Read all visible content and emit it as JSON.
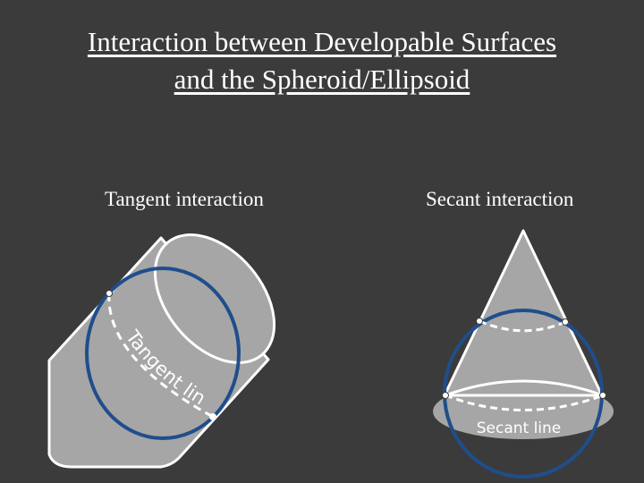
{
  "slide": {
    "title_line1": "Interaction between Developable Surfaces",
    "title_line2": "and the Spheroid/Ellipsoid"
  },
  "panels": {
    "tangent": {
      "heading": "Tangent interaction",
      "line_label": "Tangent line"
    },
    "secant": {
      "heading": "Secant interaction",
      "line_label": "Secant line"
    }
  },
  "colors": {
    "background": "#3b3b3b",
    "surface_fill": "#a6a6a6",
    "surface_outline": "#ffffff",
    "ellipsoid_stroke": "#1f4e8c",
    "contact_line": "#ffffff"
  }
}
